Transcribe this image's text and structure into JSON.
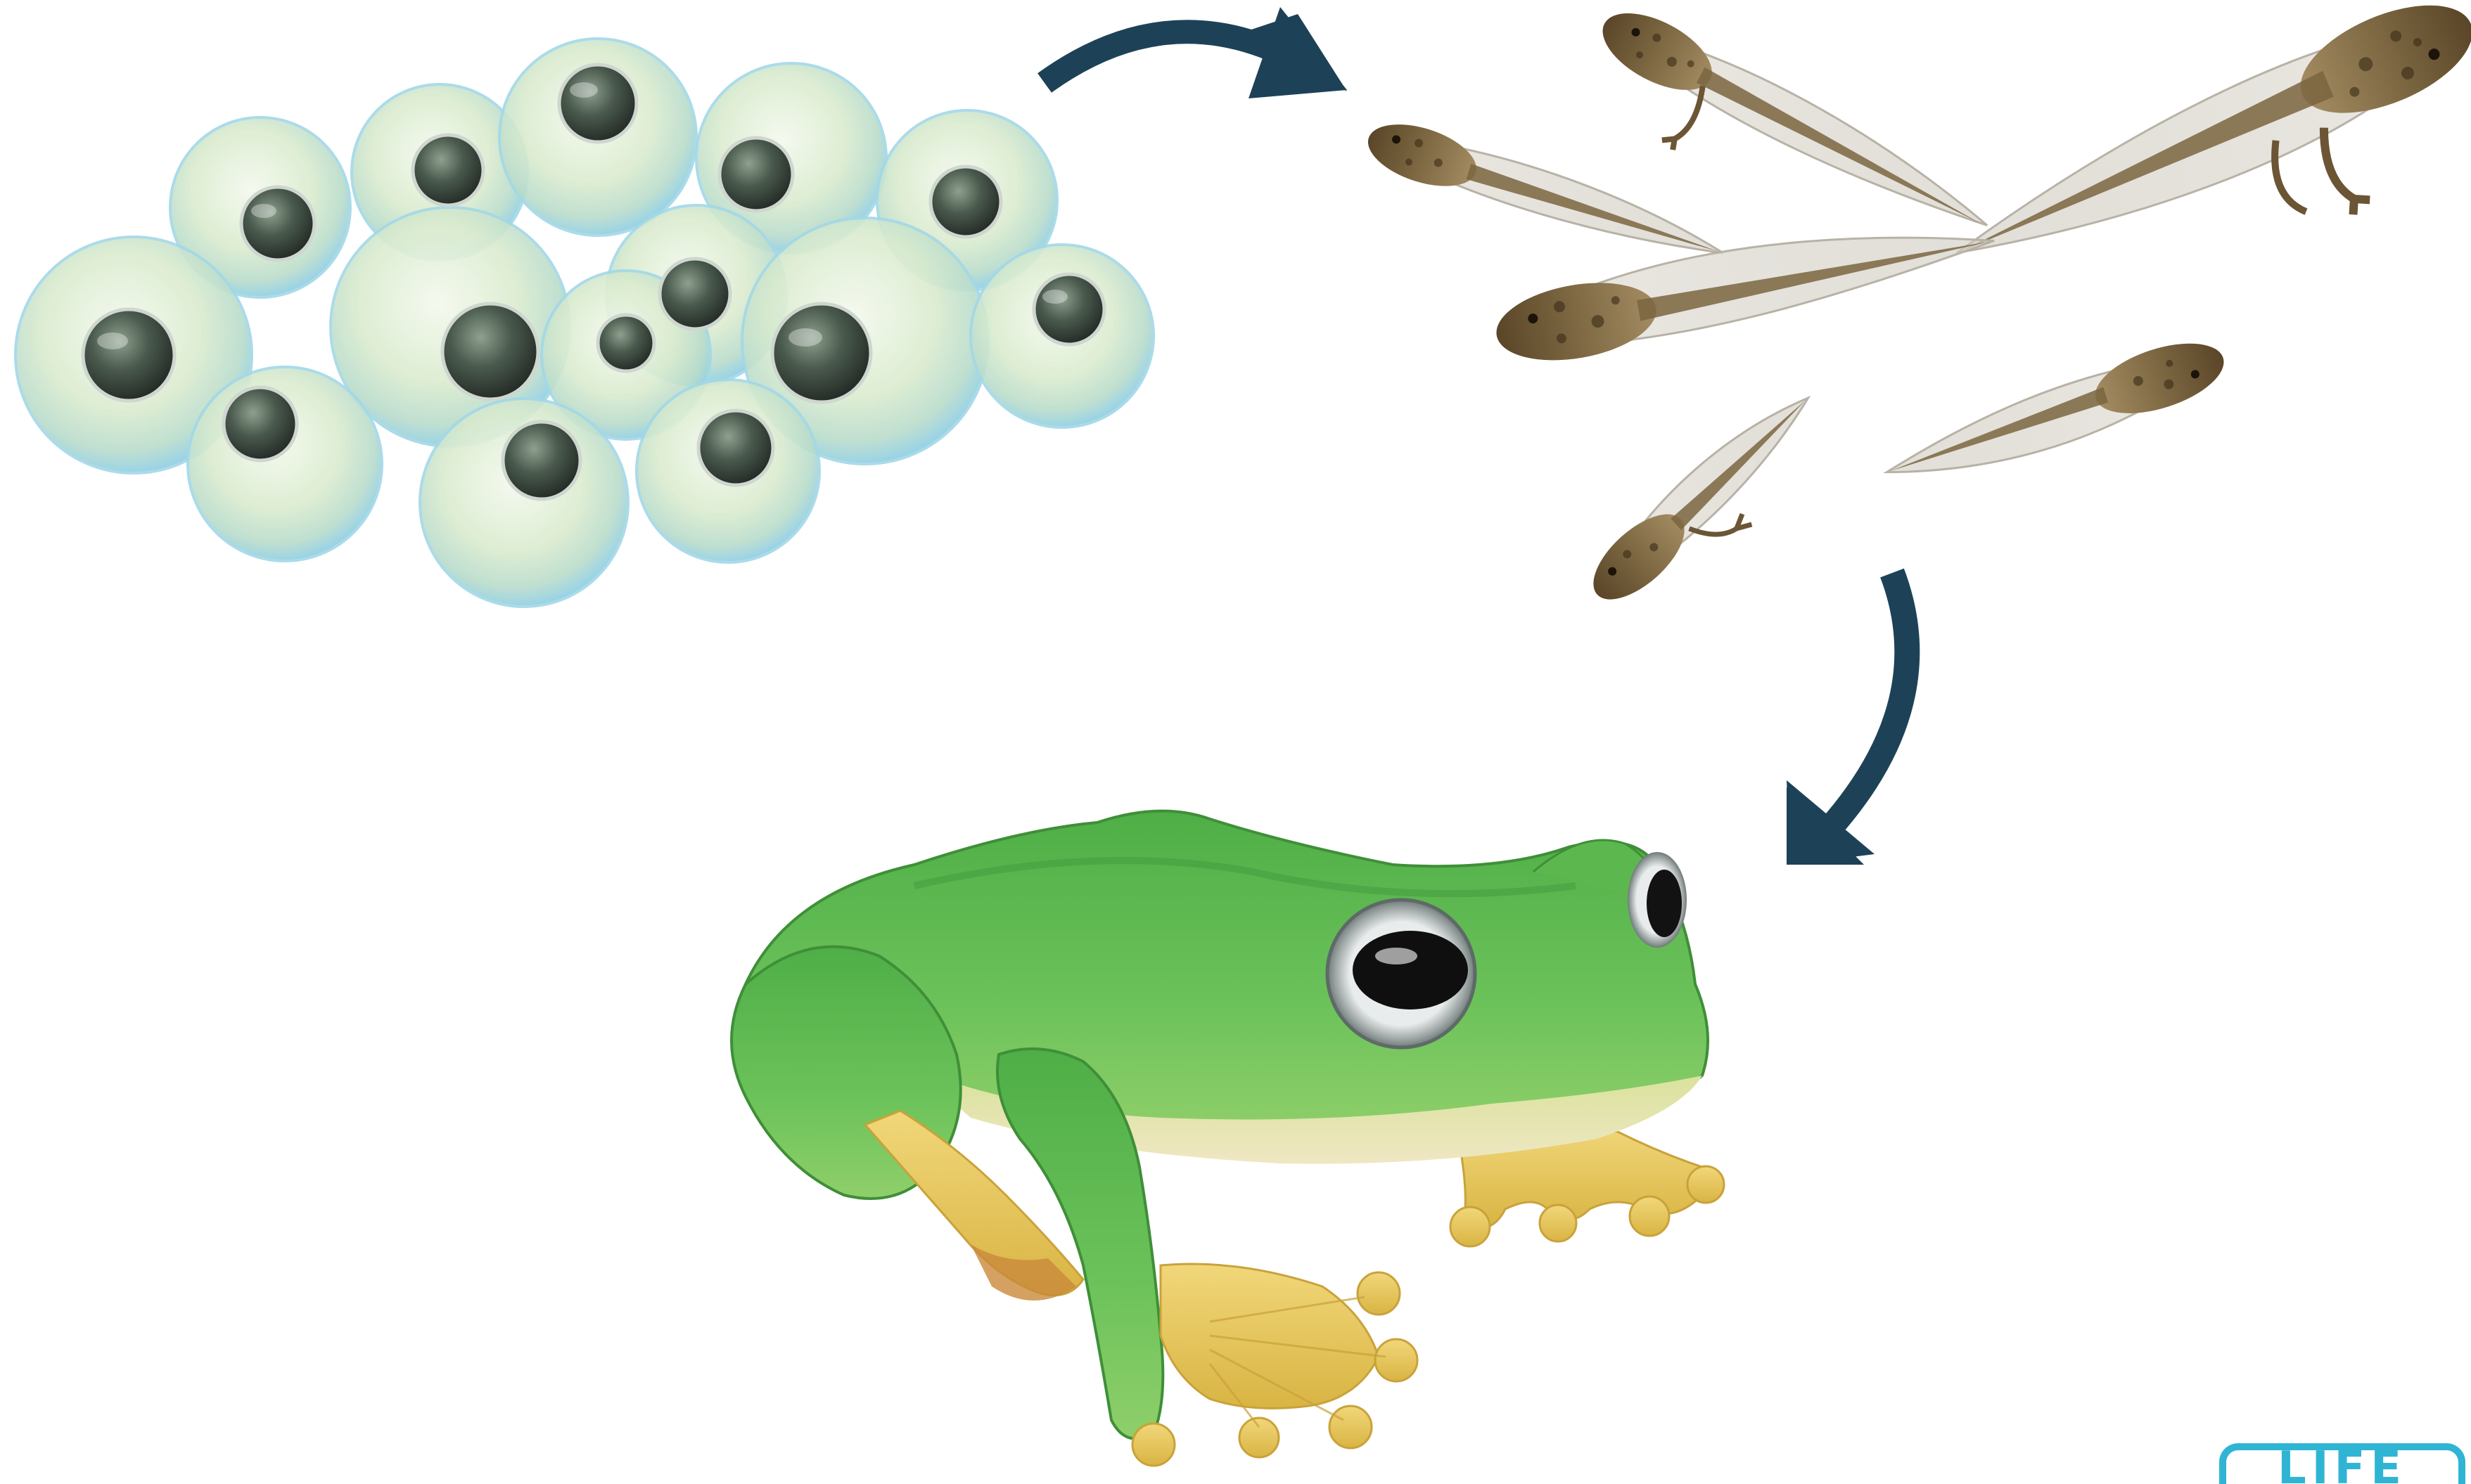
{
  "diagram": {
    "stages": [
      {
        "key": "eggs",
        "icon": "frog-egg-cluster-icon"
      },
      {
        "key": "tadpoles",
        "icon": "tadpole-group-icon"
      },
      {
        "key": "frog",
        "icon": "adult-frog-icon"
      }
    ],
    "flow_arrows": [
      {
        "from": "eggs",
        "to": "tadpoles"
      },
      {
        "from": "tadpoles",
        "to": "frog"
      }
    ],
    "colors": {
      "arrow": "#1d4257",
      "egg_membrane": "#c9e6e6",
      "egg_core": "#2e3a32",
      "tadpole_body": "#6b5535",
      "frog_green": "#5cb84e",
      "frog_belly": "#e8e3a6",
      "frog_feet": "#e7c55a",
      "badge_border": "#2fb5d3"
    }
  },
  "badge": {
    "label": "LIFE"
  }
}
